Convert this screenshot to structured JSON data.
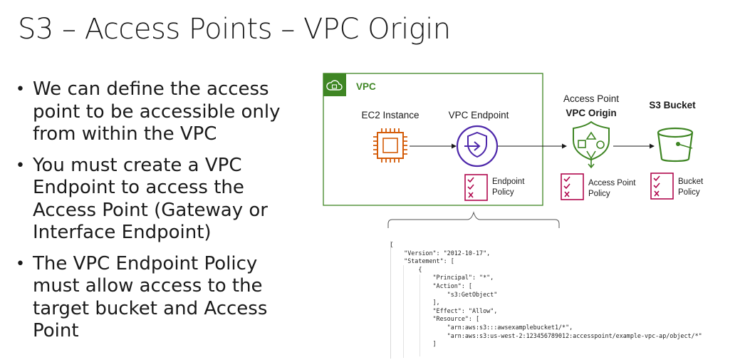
{
  "title": "S3 – Access Points – VPC Origin",
  "bullets": [
    "We can define the access point to be accessible only from within the VPC",
    "You must create a VPC Endpoint to access the Access Point (Gateway or Interface Endpoint)",
    "The VPC Endpoint Policy must allow access to the target bucket and Access Point"
  ],
  "diagram": {
    "vpc_label": "VPC",
    "ec2_label": "EC2 Instance",
    "endpoint_label": "VPC Endpoint",
    "endpoint_policy_line1": "Endpoint",
    "endpoint_policy_line2": "Policy",
    "access_point_label": "Access Point",
    "access_point_sublabel": "VPC Origin",
    "access_point_policy_line1": "Access Point",
    "access_point_policy_line2": "Policy",
    "bucket_label": "S3 Bucket",
    "bucket_policy_line1": "Bucket",
    "bucket_policy_line2": "Policy",
    "colors": {
      "vpc": "#3f8624",
      "ec2": "#d45b07",
      "endpoint": "#4d27aa",
      "s3": "#3f8624",
      "policy": "#b0084d"
    }
  },
  "policy_json": [
    "{",
    "    \"Version\": \"2012-10-17\",",
    "    \"Statement\": [",
    "        {",
    "            \"Principal\": \"*\",",
    "            \"Action\": [",
    "                \"s3:GetObject\"",
    "            ],",
    "            \"Effect\": \"Allow\",",
    "            \"Resource\": [",
    "                \"arn:aws:s3:::awsexamplebucket1/*\",",
    "                \"arn:aws:s3:us-west-2:123456789012:accesspoint/example-vpc-ap/object/*\"",
    "            ]"
  ]
}
